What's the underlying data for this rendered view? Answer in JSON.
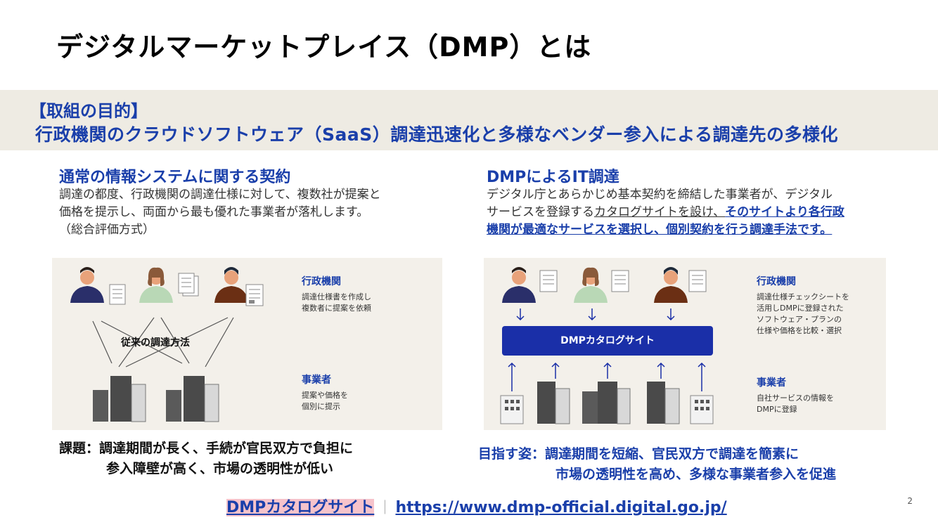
{
  "title": "デジタルマーケットプレイス（DMP）とは",
  "purpose": {
    "label": "【取組の目的】",
    "text": "行政機関のクラウドソフトウェア（SaaS）調達迅速化と多様なベンダー参入による調達先の多様化"
  },
  "left": {
    "heading": "通常の情報システムに関する契約",
    "body_line1": "調達の都度、行政機関の調達仕様に対して、複数社が提案と",
    "body_line2": "価格を提示し、両面から最も優れた事業者が落札します。",
    "body_line3": "（総合評価方式）",
    "diagram": {
      "center_label": "従来の調達方法",
      "gov_heading": "行政機関",
      "gov_line1": "調達仕様書を作成し",
      "gov_line2": "複数者に提案を依頼",
      "biz_heading": "事業者",
      "biz_line1": "提案や価格を",
      "biz_line2": "個別に提示"
    },
    "issue_label": "課題：",
    "issue_line1": "調達期間が長く、手続が官民双方で負担に",
    "issue_line2": "参入障壁が高く、市場の透明性が低い"
  },
  "right": {
    "heading": "DMPによるIT調達",
    "body_line1": "デジタル庁とあらかじめ基本契約を締結した事業者が、デジタル",
    "body_line2a": "サービスを登録する",
    "body_line2b": "カタログサイトを設け、",
    "body_line2c": "そのサイトより各行政",
    "body_line3": "機関が最適なサービスを選択し、個別契約を行う調達手法です。",
    "diagram": {
      "bar_label": "DMPカタログサイト",
      "gov_heading": "行政機関",
      "gov_line1": "調達仕様チェックシートを",
      "gov_line2": "活用しDMPに登録された",
      "gov_line3": "ソフトウェア・プランの",
      "gov_line4": "仕様や価格を比較・選択",
      "biz_heading": "事業者",
      "biz_line1": "自社サービスの情報を",
      "biz_line2": "DMPに登録"
    },
    "goal_label": "目指す姿：",
    "goal_line1": "調達期間を短縮、官民双方で調達を簡素に",
    "goal_line2": "市場の透明性を高め、多様な事業者参入を促進"
  },
  "footer": {
    "site_name": "DMPカタログサイト",
    "separator": "｜",
    "url": "https://www.dmp-official.digital.go.jp/"
  },
  "page_number": "2",
  "colors": {
    "accent": "#1a3faa",
    "band": "#eeebe3",
    "panel": "#f3f0ea",
    "highlight": "#f6c3cb"
  }
}
